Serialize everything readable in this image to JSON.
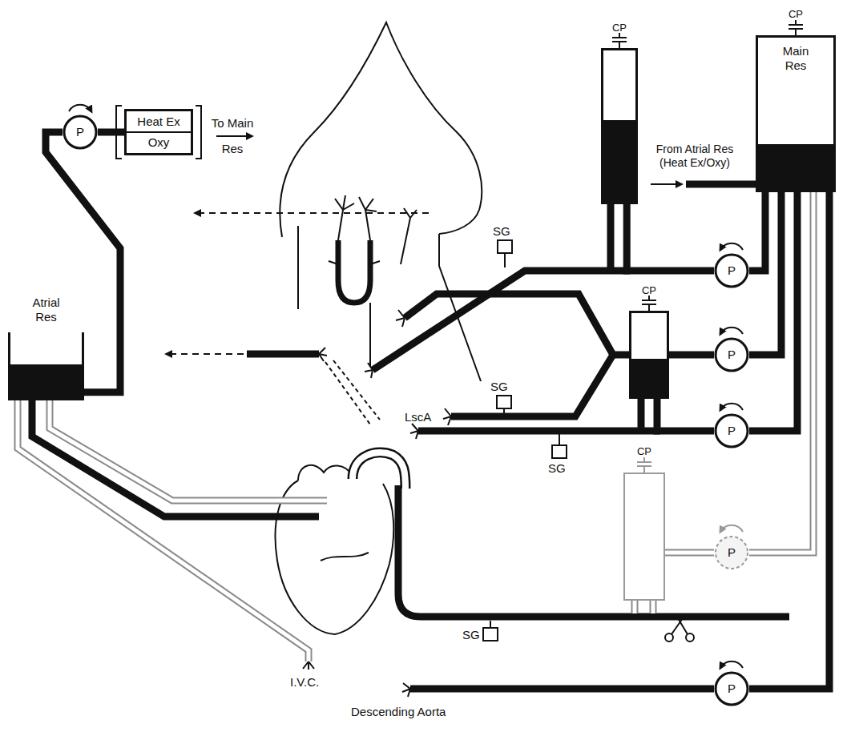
{
  "diagram": {
    "nodes": [
      {
        "text": [
          "P"
        ]
      },
      {
        "text": [
          "Heat Ex",
          "Oxy"
        ]
      },
      {
        "text": [
          "CP"
        ]
      },
      {
        "text": [
          "CP",
          "Main Res"
        ]
      },
      {
        "text": [
          "Atrial Res"
        ]
      },
      {
        "text": [
          "P"
        ]
      },
      {
        "text": [
          "CP"
        ]
      },
      {
        "text": [
          "P"
        ]
      },
      {
        "text": [
          "P"
        ]
      },
      {
        "text": [
          "CP"
        ]
      },
      {
        "text": [
          "P"
        ]
      },
      {
        "text": [
          "P"
        ]
      }
    ],
    "edges": [
      {
        "from": 4,
        "to": 0,
        "arrow": "none"
      },
      {
        "from": 0,
        "to": 1,
        "arrow": "none"
      },
      {
        "from": 3,
        "to": 5,
        "arrow": "none"
      },
      {
        "from": 5,
        "to": 2,
        "arrow": "none"
      },
      {
        "from": 3,
        "to": 7,
        "arrow": "none"
      },
      {
        "from": 7,
        "to": 6,
        "arrow": "none"
      },
      {
        "from": 3,
        "to": 8,
        "arrow": "none"
      },
      {
        "from": 8,
        "to": 6,
        "arrow": "none"
      },
      {
        "from": 3,
        "to": 10,
        "arrow": "none"
      },
      {
        "from": 10,
        "to": 9,
        "arrow": "none"
      },
      {
        "from": 3,
        "to": 11,
        "arrow": "none"
      }
    ],
    "labels": [
      "To Main Res",
      "From Atrial Res (Heat Ex/Oxy)",
      "SG",
      "SG",
      "SG",
      "SG",
      "LscA",
      "I.V.C.",
      "Descending Aorta"
    ]
  }
}
